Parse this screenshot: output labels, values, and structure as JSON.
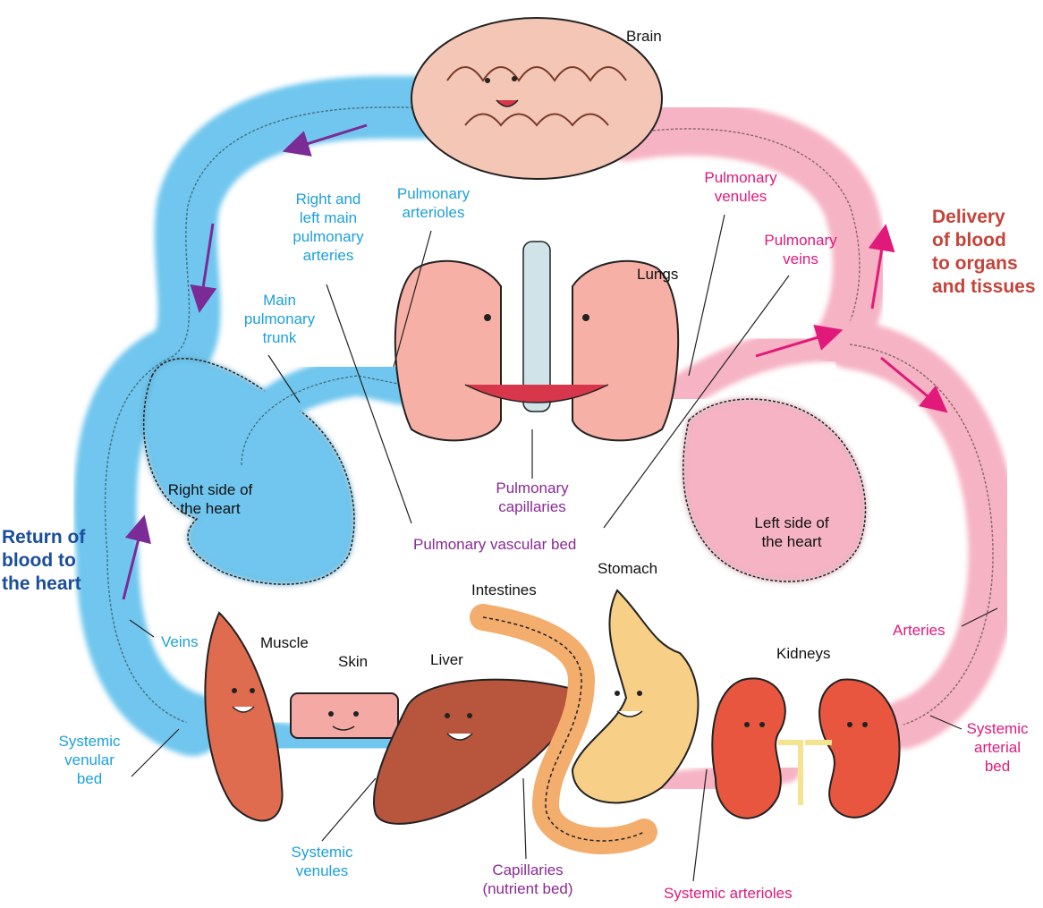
{
  "colors": {
    "venous_blue": "#6fc6ee",
    "arterial_pink": "#f6b3c4",
    "arrow_purple": "#7a2b96",
    "arrow_pink": "#e0197a",
    "label_blue": "#1ea0dc",
    "label_pink": "#e0197a",
    "label_purple": "#8a2a96"
  },
  "organs": {
    "brain": "Brain",
    "lungs": "Lungs",
    "right_heart": "Right side of\nthe heart",
    "left_heart": "Left side of\nthe heart",
    "stomach": "Stomach",
    "intestines": "Intestines",
    "liver": "Liver",
    "skin": "Skin",
    "muscle": "Muscle",
    "kidneys": "Kidneys"
  },
  "vessels": {
    "right_left_main_pulmonary_arteries": "Right and\nleft main\npulmonary\narteries",
    "pulmonary_arterioles": "Pulmonary\narterioles",
    "main_pulmonary_trunk": "Main\npulmonary\ntrunk",
    "pulmonary_venules": "Pulmonary\nvenules",
    "pulmonary_veins": "Pulmonary\nveins",
    "pulmonary_capillaries": "Pulmonary\ncapillaries",
    "pulmonary_vascular_bed": "Pulmonary vascular bed",
    "veins": "Veins",
    "systemic_venular_bed": "Systemic\nvenular\nbed",
    "systemic_venules": "Systemic\nvenules",
    "capillaries": "Capillaries\n(nutrient bed)",
    "systemic_arterioles": "Systemic arterioles",
    "arteries": "Arteries",
    "systemic_arterial_bed": "Systemic\narterial\nbed"
  },
  "titles": {
    "delivery": "Delivery\nof blood\nto organs\nand tissues",
    "return": "Return of\nblood to\nthe heart"
  }
}
